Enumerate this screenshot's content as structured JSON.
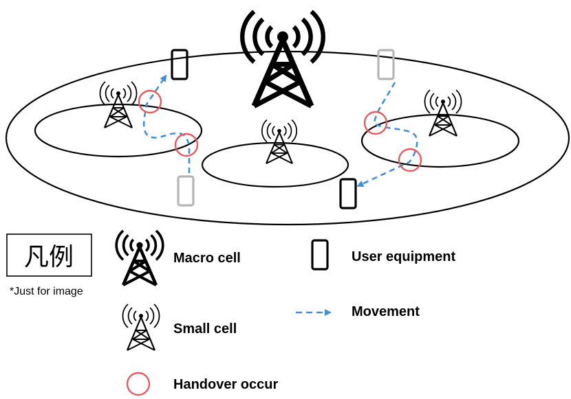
{
  "legend": {
    "title": "凡例",
    "note": "*Just for image",
    "items": {
      "macro_cell": "Macro cell",
      "small_cell": "Small cell",
      "handover": "Handover occur",
      "user_equipment": "User equipment",
      "movement": "Movement"
    }
  },
  "colors": {
    "outline": "#000000",
    "handover": "#e8585c",
    "movement": "#3d8fdc",
    "ghost_phone": "#b5b5b5"
  }
}
